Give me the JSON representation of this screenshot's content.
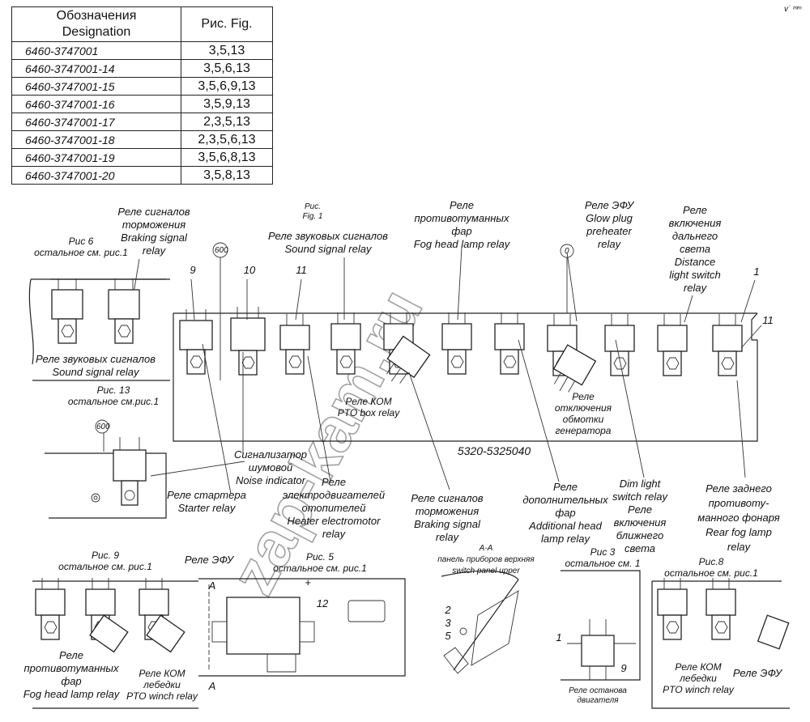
{
  "table": {
    "header_designation": "Обозначения\nDesignation",
    "header_designation_ru": "Обозначения",
    "header_designation_en": "Designation",
    "header_fig": "Рис. Fig.",
    "rows": [
      {
        "code": "6460-3747001",
        "figs": "3,5,13"
      },
      {
        "code": "6460-3747001-14",
        "figs": "3,5,6,13"
      },
      {
        "code": "6460-3747001-15",
        "figs": "3,5,6,9,13"
      },
      {
        "code": "6460-3747001-16",
        "figs": "3,5,9,13"
      },
      {
        "code": "6460-3747001-17",
        "figs": "2,3,5,13"
      },
      {
        "code": "6460-3747001-18",
        "figs": "2,3,5,6,13"
      },
      {
        "code": "6460-3747001-19",
        "figs": "3,5,6,8,13"
      },
      {
        "code": "6460-3747001-20",
        "figs": "3,5,8,13"
      }
    ]
  },
  "labels": {
    "braking_top": [
      "Реле сигналов",
      "торможения",
      "Braking signal",
      "relay"
    ],
    "fig1": [
      "Рис.",
      "Fig. 1"
    ],
    "sound_top": [
      "Реле звуковых сигналов",
      "Sound signal relay"
    ],
    "fog_head_top": [
      "Реле",
      "противотуманных",
      "фар",
      "Fog head lamp relay"
    ],
    "glow_plug": [
      "Реле ЭФУ",
      "Glow plug",
      "preheater",
      "relay"
    ],
    "distance": [
      "Реле",
      "включения",
      "дальнего",
      "света",
      "Distance",
      "light switch",
      "relay"
    ],
    "fig6": [
      "Рис 6",
      "остальное см. рис.1"
    ],
    "sound_fig6": [
      "Реле звуковых сигналов",
      "Sound signal relay"
    ],
    "fig13": [
      "Рис. 13",
      "остальное см.рис.1"
    ],
    "pto_box": [
      "Реле КОМ",
      "PTO box relay"
    ],
    "gen_off": [
      "Реле",
      "отключения",
      "обмотки",
      "генератора"
    ],
    "board_code": "5320-5325040",
    "noise": [
      "Сигнализатор",
      "шумовой",
      "Noise indicator"
    ],
    "starter": [
      "Реле стартера",
      "Starter relay"
    ],
    "heater": [
      "Реле",
      "электродвигателей",
      "отопителей",
      "Heater electromotor",
      "relay"
    ],
    "braking_bottom": [
      "Реле сигналов",
      "торможения",
      "Braking signal",
      "relay"
    ],
    "additional_head": [
      "Реле",
      "дополнительных",
      "фар",
      "Additional head",
      "lamp relay"
    ],
    "dim_light": [
      "Dim light",
      "switch relay",
      "Реле",
      "включения",
      "ближнего",
      "света"
    ],
    "rear_fog": [
      "Реле заднего",
      "противоту-",
      "манного фонаря",
      "Rear fog lamp",
      "relay"
    ],
    "efu_mid": "Реле ЭФУ",
    "fig9": [
      "Рис. 9",
      "остальное см. рис.1"
    ],
    "fog_fig9": [
      "Реле",
      "противотуманных",
      "фар",
      "Fog head lamp relay"
    ],
    "pto_winch_fig9": [
      "Реле КОМ",
      "лебедки",
      "PTO winch relay"
    ],
    "fig5": [
      "Рис. 5",
      "остальное см. рис.1"
    ],
    "section_aa": [
      "А-А",
      "панель приборов верхняя",
      "switch panel upper"
    ],
    "fig3": [
      "Рис 3",
      "остальное см. 1"
    ],
    "engine_stop": [
      "Реле останова",
      "двигателя"
    ],
    "fig8": [
      "Рис.8",
      "остальное см. рис.1"
    ],
    "pto_winch_fig8": [
      "Реле КОМ",
      "лебедки",
      "PTO winch relay"
    ],
    "efu_fig8": "Реле ЭФУ",
    "callouts": {
      "n9": "9",
      "n10": "10",
      "n11a": "11",
      "n1": "1",
      "n11b": "11",
      "n12": "12",
      "n2": "2",
      "n3": "3",
      "n5": "5",
      "n1b": "1",
      "n9b": "9",
      "a1": "А",
      "a2": "А",
      "plus": "+",
      "circ600a": "600",
      "circ600b": "600",
      "circ0": "0"
    },
    "watermark": "zap-kam.ru",
    "corner_mark": "v˙ ᵐᵐ"
  }
}
